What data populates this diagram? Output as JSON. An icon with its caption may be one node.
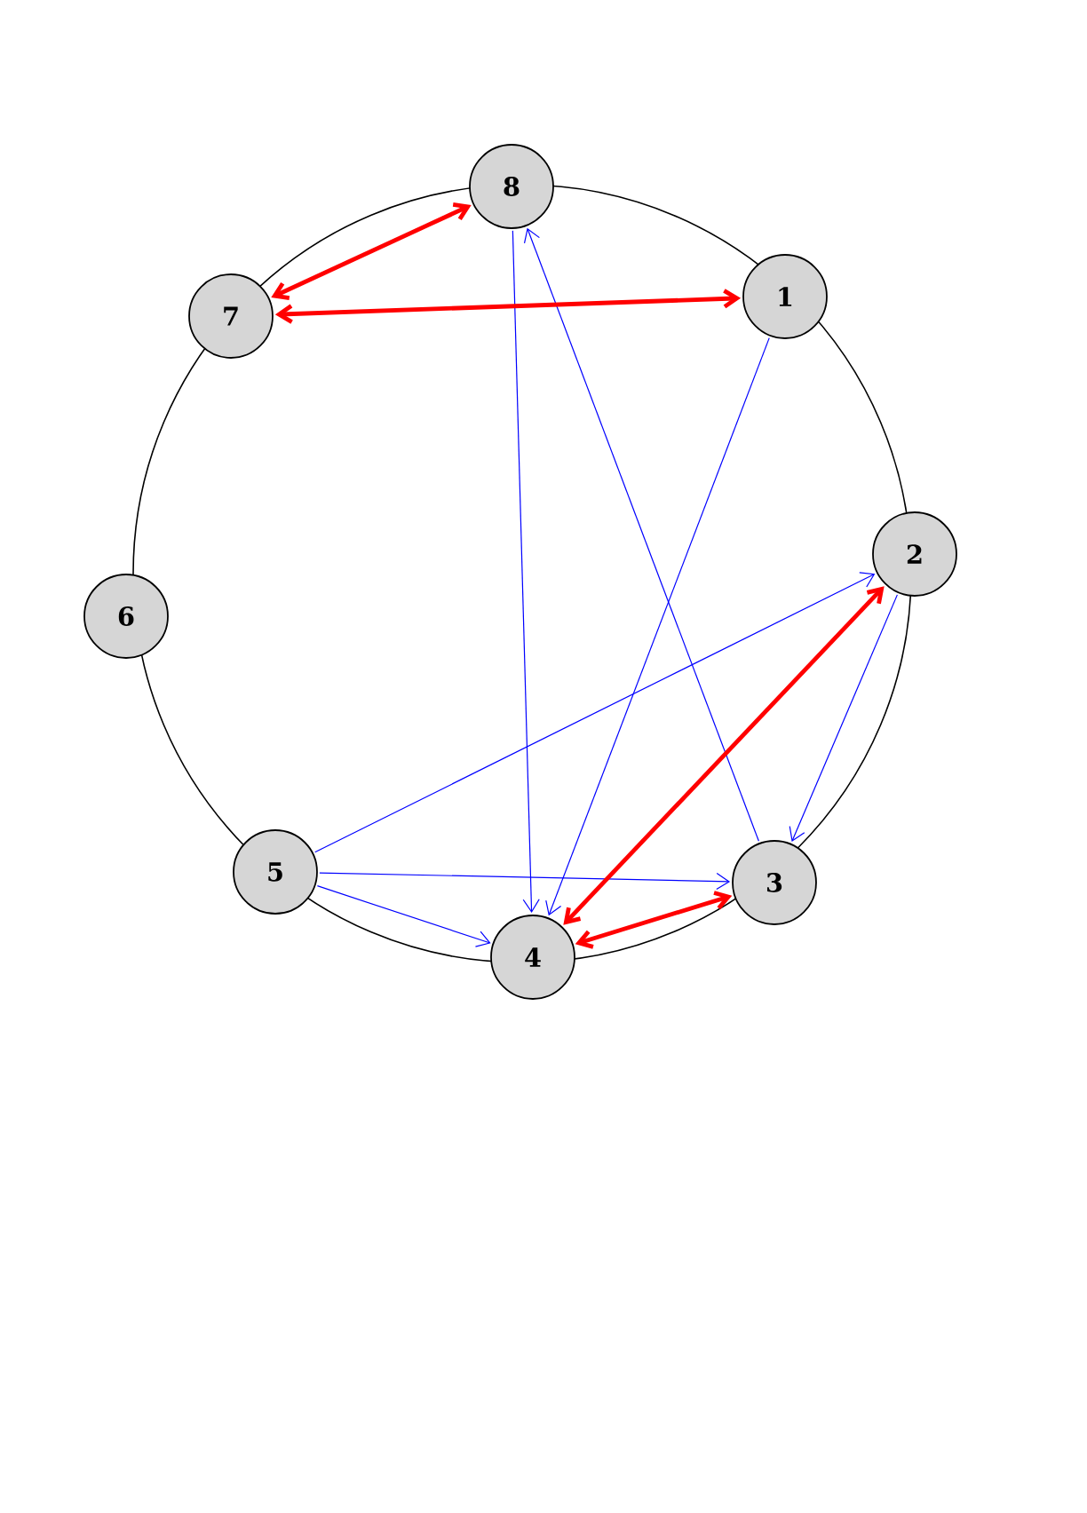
{
  "diagram": {
    "nodes": [
      {
        "text": [
          "1"
        ]
      },
      {
        "text": [
          "2"
        ]
      },
      {
        "text": [
          "3"
        ]
      },
      {
        "text": [
          "4"
        ]
      },
      {
        "text": [
          "5"
        ]
      },
      {
        "text": [
          "6"
        ]
      },
      {
        "text": [
          "7"
        ]
      },
      {
        "text": [
          "8"
        ]
      }
    ],
    "edges": [
      {
        "from": 7,
        "to": 3,
        "arrow": "to"
      },
      {
        "from": 2,
        "to": 7,
        "arrow": "to"
      },
      {
        "from": 0,
        "to": 3,
        "arrow": "to"
      },
      {
        "from": 1,
        "to": 2,
        "arrow": "to"
      },
      {
        "from": 4,
        "to": 1,
        "arrow": "to"
      },
      {
        "from": 4,
        "to": 2,
        "arrow": "to"
      },
      {
        "from": 4,
        "to": 3,
        "arrow": "to"
      },
      {
        "from": 6,
        "to": 7,
        "arrow": "both",
        "style": "thick",
        "color": "#ff0000"
      },
      {
        "from": 6,
        "to": 0,
        "arrow": "both",
        "style": "thick",
        "color": "#ff0000"
      },
      {
        "from": 1,
        "to": 3,
        "arrow": "both",
        "style": "thick",
        "color": "#ff0000"
      },
      {
        "from": 2,
        "to": 3,
        "arrow": "both",
        "style": "thick",
        "color": "#ff0000"
      }
    ]
  }
}
